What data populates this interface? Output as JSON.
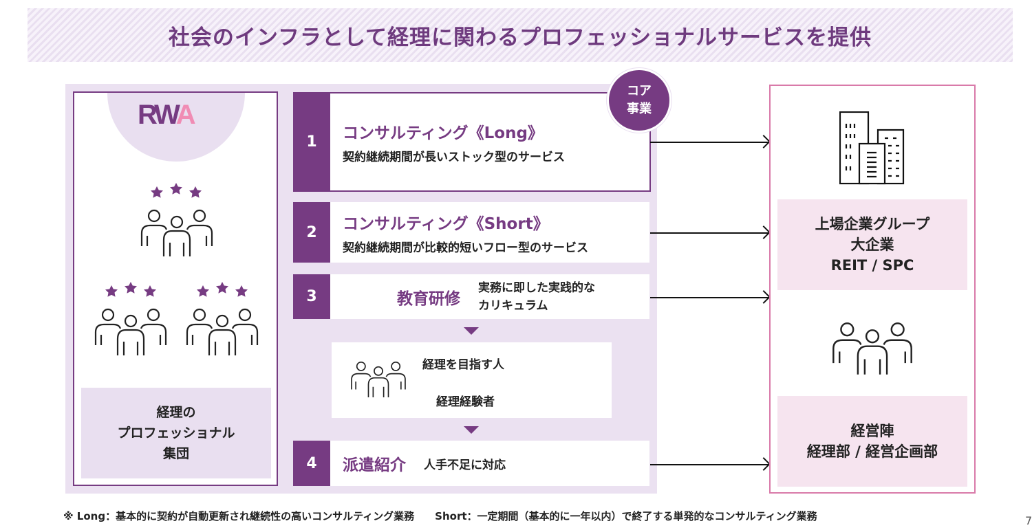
{
  "title": "社会のインフラとして経理に関わるプロフェッショナルサービスを提供",
  "logo": {
    "text": "RWA",
    "letters": [
      "R",
      "W",
      "A"
    ]
  },
  "colors": {
    "purple": "#763b82",
    "pink": "#f08cb4",
    "lavender": "#e9dff0",
    "light_pink": "#f6e4ef"
  },
  "left_panel": {
    "label_lines": [
      "経理の",
      "プロフェッショナル",
      "集団"
    ]
  },
  "core_badge": {
    "lines": [
      "コア",
      "事業"
    ]
  },
  "services": [
    {
      "number": "1",
      "title": "コンサルティング《Long》",
      "description": "契約継続期間が長いストック型のサービス"
    },
    {
      "number": "2",
      "title": "コンサルティング《Short》",
      "description": "契約継続期間が比較的短いフロー型のサービス"
    },
    {
      "number": "3",
      "title": "教育研修",
      "description_lines": [
        "実務に即した実践的な",
        "カリキュラム"
      ]
    },
    {
      "number": "4",
      "title": "派遣紹介",
      "description": "人手不足に対応"
    }
  ],
  "audience": {
    "lines": [
      "経理を目指す人",
      "経理経験者"
    ]
  },
  "clients": [
    {
      "lines": [
        "上場企業グループ",
        "大企業",
        "REIT / SPC"
      ]
    },
    {
      "lines": [
        "経営陣",
        "経理部 / 経営企画部"
      ]
    }
  ],
  "footnote": "※ Long：基本的に契約が自動更新され継続性の高いコンサルティング業務　　Short：一定期間（基本的に一年以内）で終了する単発的なコンサルティング業務",
  "page_number": "7"
}
